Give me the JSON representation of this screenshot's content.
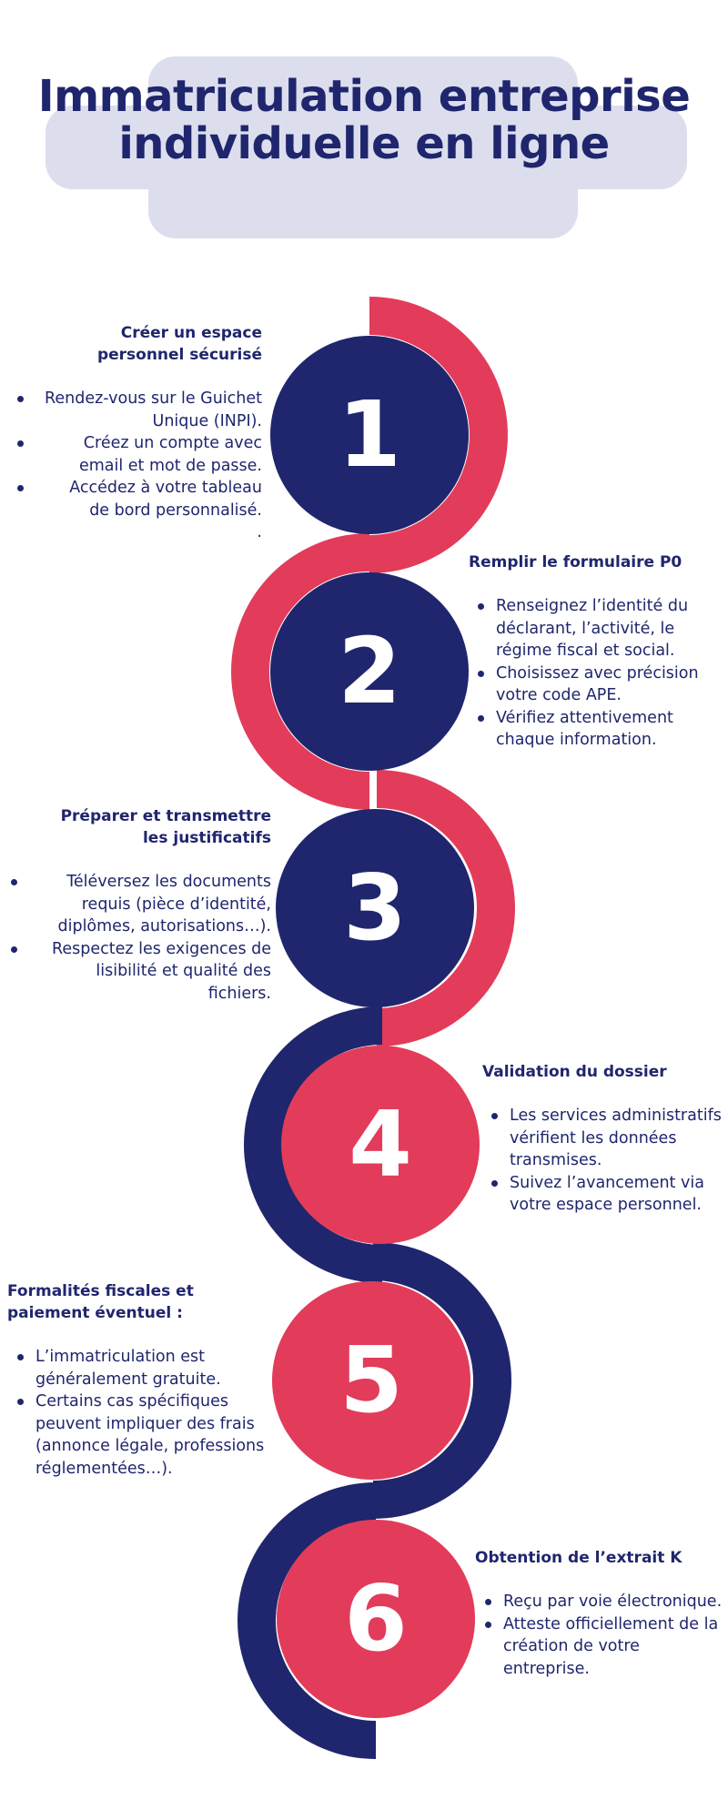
{
  "title": "Immatriculation entreprise individuelle en ligne",
  "colors": {
    "navy": "#1f266d",
    "red": "#e23c5a",
    "title_bg": "#dcdeee"
  },
  "steps": [
    {
      "number": "1",
      "heading": "Créer un espace personnel sécurisé",
      "items": [
        "Rendez-vous sur le Guichet Unique (INPI).",
        "Créez un compte avec email et mot de passe.",
        "Accédez à votre tableau de bord personnalisé."
      ],
      "trailing": "."
    },
    {
      "number": "2",
      "heading": "Remplir le formulaire P0",
      "items": [
        "Renseignez l’identité du déclarant, l’activité, le régime fiscal et social.",
        "Choisissez avec précision votre code APE.",
        "Vérifiez attentivement chaque information."
      ]
    },
    {
      "number": "3",
      "heading": "Préparer et transmettre les justificatifs",
      "items": [
        "Téléversez les documents requis (pièce d’identité, diplômes, autorisations…).",
        "Respectez les exigences de lisibilité et qualité des fichiers."
      ]
    },
    {
      "number": "4",
      "heading": "Validation du dossier",
      "items": [
        "Les services administratifs vérifient les données transmises.",
        "Suivez l’avancement via votre espace personnel."
      ]
    },
    {
      "number": "5",
      "heading": "Formalités fiscales et paiement éventuel :",
      "items": [
        "L’immatriculation est généralement gratuite.",
        "Certains cas spécifiques peuvent impliquer des frais (annonce légale, professions réglementées…)."
      ]
    },
    {
      "number": "6",
      "heading": "Obtention de l’extrait K",
      "items": [
        "Reçu par voie électronique.",
        "Atteste officiellement de la création de votre entreprise."
      ]
    }
  ]
}
